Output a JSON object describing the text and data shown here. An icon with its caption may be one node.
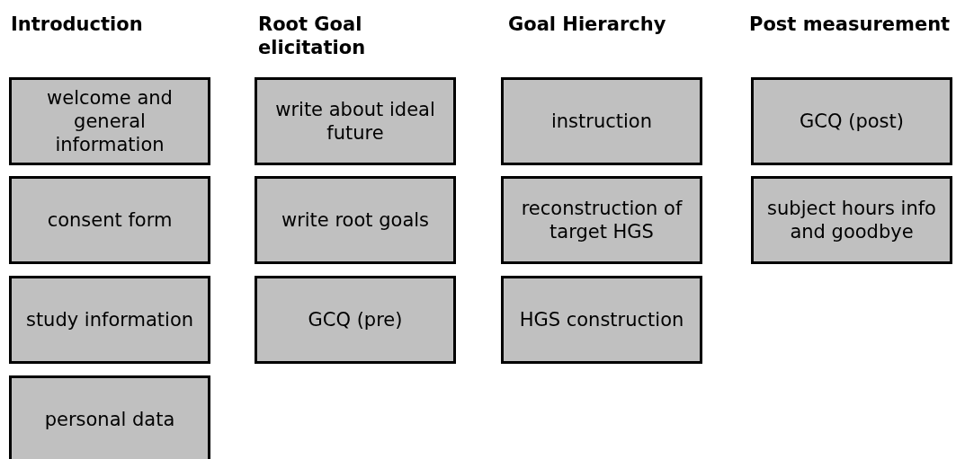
{
  "diagram": {
    "nodes": [
      {
        "text": [
          "welcome and general information"
        ]
      },
      {
        "text": [
          "consent form"
        ]
      },
      {
        "text": [
          "study information"
        ]
      },
      {
        "text": [
          "personal data"
        ]
      },
      {
        "text": [
          "write about ideal future"
        ]
      },
      {
        "text": [
          "write root goals"
        ]
      },
      {
        "text": [
          "GCQ (pre)"
        ]
      },
      {
        "text": [
          "instruction"
        ]
      },
      {
        "text": [
          "reconstruction of target HGS"
        ]
      },
      {
        "text": [
          "HGS construction"
        ]
      },
      {
        "text": [
          "GCQ (post)"
        ]
      },
      {
        "text": [
          "subject hours info and goodbye"
        ]
      }
    ],
    "labels": [
      "Introduction",
      "Root Goal elicitation",
      "Goal Hierarchy",
      "Post measurement"
    ]
  }
}
